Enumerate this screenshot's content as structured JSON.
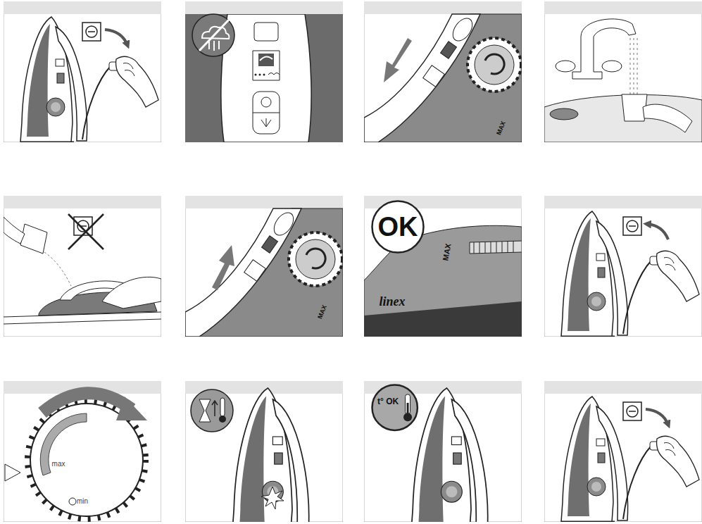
{
  "diagram": {
    "nodes": [
      {
        "text": [
          "OK"
        ]
      },
      {
        "text": [
          "t° OK"
        ]
      }
    ],
    "labels": [
      "MAX",
      "MAX",
      "MAX",
      "linex",
      "max",
      "min"
    ]
  }
}
